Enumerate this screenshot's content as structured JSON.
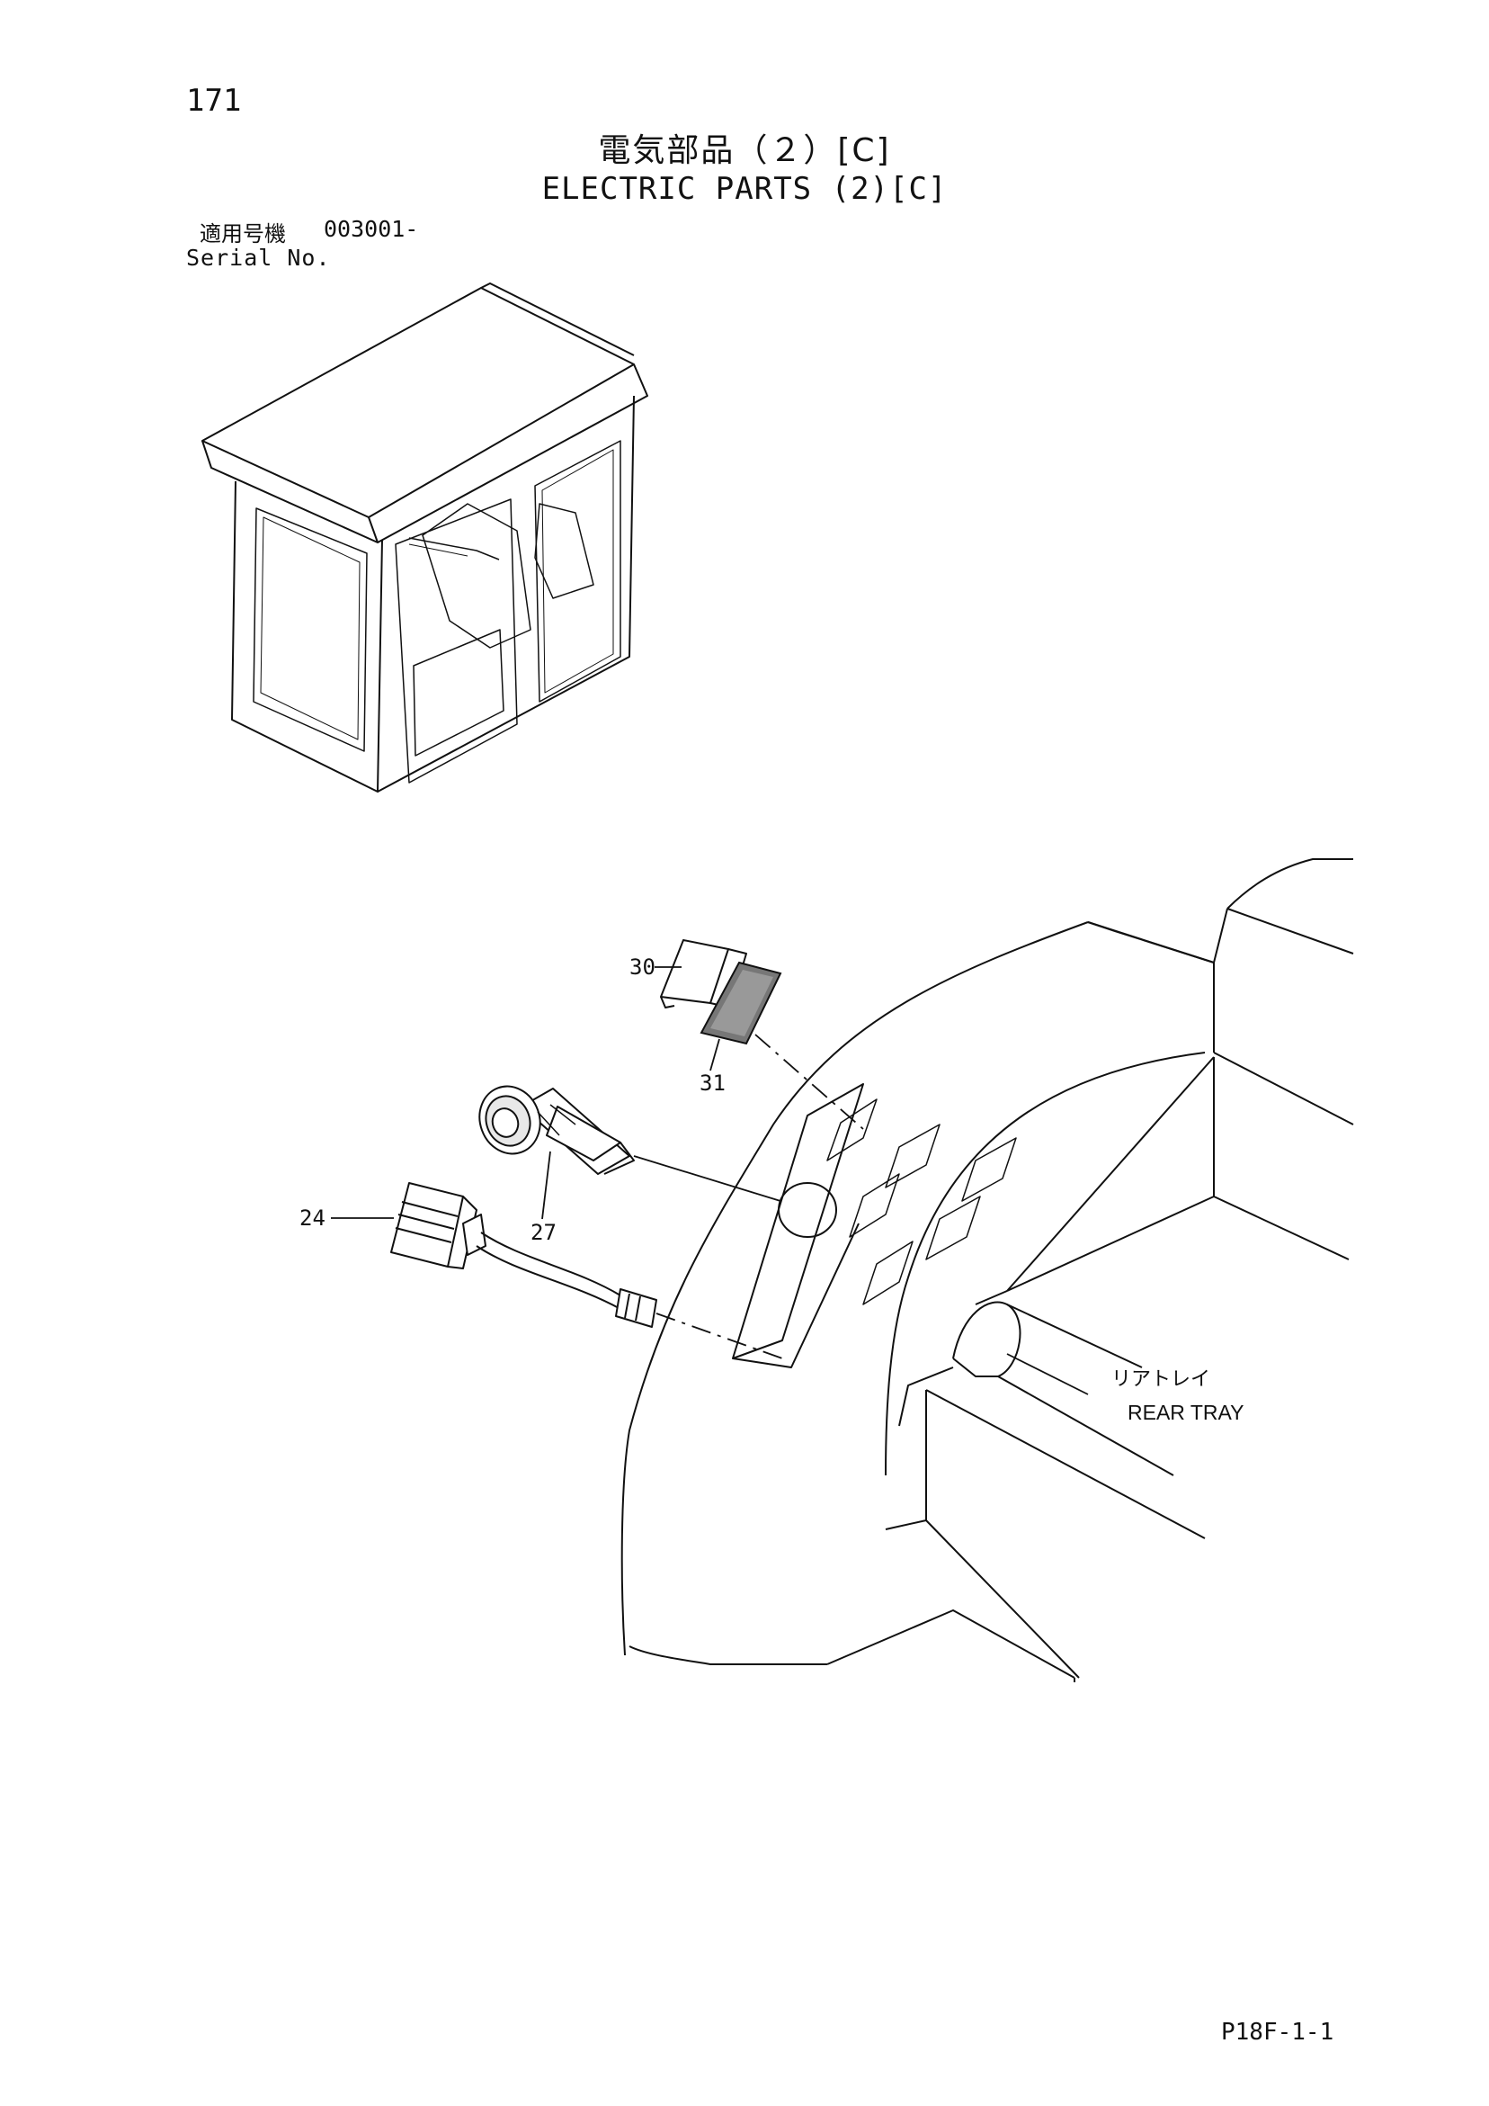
{
  "header": {
    "page_number": "171",
    "title_jp": "電気部品（２）[C]",
    "title_en": "ELECTRIC PARTS (2)[C]",
    "serial_label_jp": "適用号機",
    "serial_value": "003001-",
    "serial_label_en": "Serial No."
  },
  "callouts": {
    "part_30": "30",
    "part_31": "31",
    "part_27": "27",
    "part_24": "24"
  },
  "annotations": {
    "rear_tray_jp": "リアトレイ",
    "rear_tray_en": "REAR TRAY"
  },
  "footer": {
    "code": "P18F-1-1"
  }
}
